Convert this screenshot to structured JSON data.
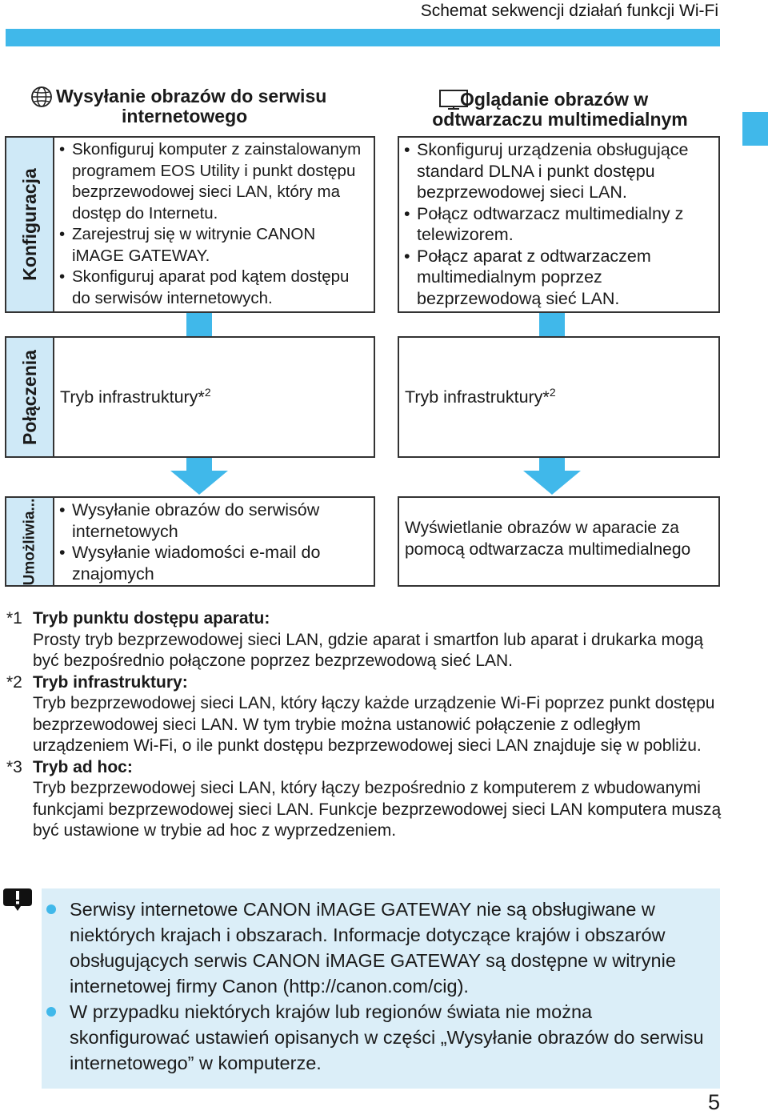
{
  "header": {
    "title": "Schemat sekwencji działań funkcji Wi-Fi"
  },
  "row_labels": {
    "config": "Konfiguracja",
    "connections": "Połączenia",
    "possible": "Umożliwia..."
  },
  "left_column": {
    "icon": "globe-icon",
    "title_line1": "Wysyłanie obrazów do serwisu",
    "title_line2": "internetowego",
    "config_items": [
      "Skonfiguruj komputer z zainstalowanym programem EOS Utility i punkt dostępu bezprzewodowej sieci LAN, który ma dostęp do Internetu.",
      "Zarejestruj się w witrynie CANON iMAGE GATEWAY.",
      "Skonfiguruj aparat pod kątem dostępu do serwisów internetowych."
    ],
    "connection_text": "Tryb infrastruktury*",
    "connection_sup": "2",
    "result_items": [
      "Wysyłanie obrazów do serwisów internetowych",
      "Wysyłanie wiadomości e-mail do znajomych"
    ]
  },
  "right_column": {
    "icon": "tv-icon",
    "title_line1": "Oglądanie obrazów w",
    "title_line2": "odtwarzaczu multimedialnym",
    "config_items": [
      "Skonfiguruj urządzenia obsługujące standard DLNA i punkt dostępu bezprzewodowej sieci LAN.",
      "Połącz odtwarzacz multimedialny z telewizorem.",
      "Połącz aparat z odtwarzaczem multimedialnym poprzez bezprzewodową sieć LAN."
    ],
    "connection_text": "Tryb infrastruktury*",
    "connection_sup": "2",
    "result_text": "Wyświetlanie obrazów w aparacie za pomocą odtwarzacza multimedialnego"
  },
  "footnotes": [
    {
      "num": "*1",
      "title": "Tryb punktu dostępu aparatu:",
      "text": "Prosty tryb bezprzewodowej sieci LAN, gdzie aparat i smartfon lub aparat i drukarka mogą być bezpośrednio połączone poprzez bezprzewodową sieć LAN."
    },
    {
      "num": "*2",
      "title": "Tryb infrastruktury:",
      "text": "Tryb bezprzewodowej sieci LAN, który łączy każde urządzenie Wi-Fi poprzez punkt dostępu bezprzewodowej sieci LAN. W tym trybie można ustanowić połączenie z odległym urządzeniem Wi-Fi, o ile punkt dostępu bezprzewodowej sieci LAN znajduje się w pobliżu."
    },
    {
      "num": "*3",
      "title": "Tryb ad hoc:",
      "text": "Tryb bezprzewodowej sieci LAN, który łączy bezpośrednio z komputerem z wbudowanymi funkcjami bezprzewodowej sieci LAN. Funkcje bezprzewodowej sieci LAN komputera muszą być ustawione w trybie ad hoc z wyprzedzeniem."
    }
  ],
  "notes": [
    "Serwisy internetowe CANON iMAGE GATEWAY nie są obsługiwane w niektórych krajach i obszarach. Informacje dotyczące krajów i obszarów obsługujących serwis CANON iMAGE GATEWAY są dostępne w witrynie internetowej firmy Canon (http://canon.com/cig).",
    "W przypadku niektórych krajów lub regionów świata nie można skonfigurować ustawień opisanych w części „Wysyłanie obrazów do serwisu internetowego” w komputerze."
  ],
  "page_number": "5",
  "colors": {
    "accent": "#40b8ea",
    "label_bg": "#cfe9f7",
    "note_bg": "#dbeef8"
  }
}
